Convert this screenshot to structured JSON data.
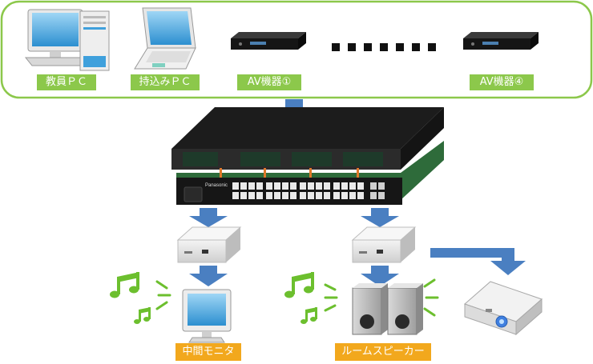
{
  "sources": [
    {
      "label": "教員ＰＣ",
      "icon": "desktop-pc-icon"
    },
    {
      "label": "持込みＰＣ",
      "icon": "laptop-icon"
    },
    {
      "label": "AV機器①",
      "icon": "av-device-icon"
    },
    {
      "label": "AV機器④",
      "icon": "av-device-icon"
    }
  ],
  "switch": {
    "brand": "Panasonic",
    "icon": "network-switch-icon"
  },
  "outputs": [
    {
      "label": "中間モニタ",
      "icon": "monitor-icon"
    },
    {
      "label": "ルームスピーカー",
      "icon": "speaker-icon"
    },
    {
      "label": "",
      "icon": "projector-icon"
    }
  ],
  "colors": {
    "frame": "#8cc84b",
    "label_green": "#8cc84b",
    "label_orange": "#f2a81d",
    "arrow": "#4a7fc1",
    "music": "#6cbf2e",
    "switch_body": "#1e1e1e",
    "switch_board": "#2e6b3a"
  }
}
